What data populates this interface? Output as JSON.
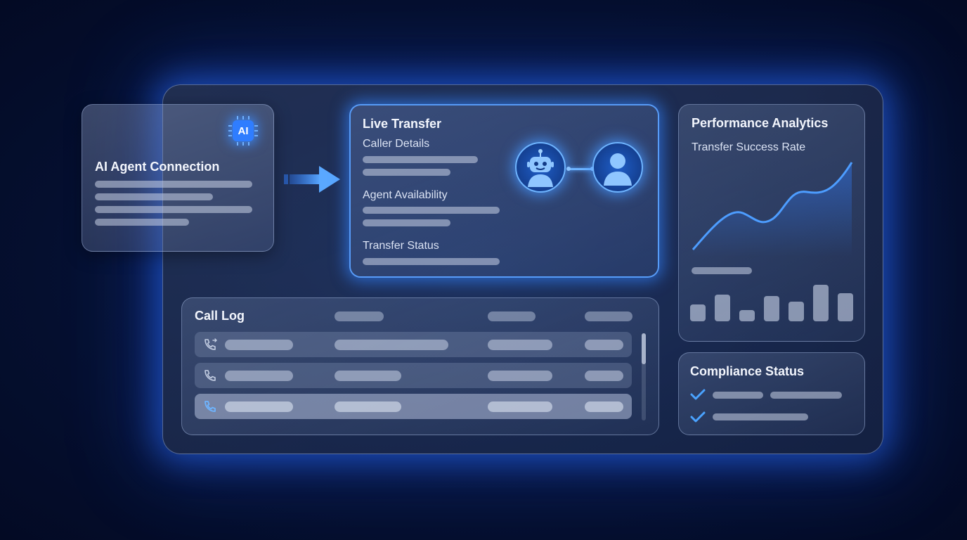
{
  "ai_connection": {
    "title": "AI Agent Connection",
    "chip_label": "AI"
  },
  "live_transfer": {
    "title": "Live Transfer",
    "caller_details": "Caller Details",
    "agent_availability": "Agent Availability",
    "transfer_status": "Transfer Status",
    "icons": [
      "robot-icon",
      "user-icon"
    ]
  },
  "performance": {
    "title": "Performance Analytics",
    "subtitle": "Transfer Success Rate",
    "accent_color": "#3d8bff"
  },
  "compliance": {
    "title": "Compliance Status",
    "check_color": "#4aa3ff"
  },
  "call_log": {
    "title": "Call Log",
    "rows": [
      {
        "icon": "phone-transfer-icon",
        "selected": false
      },
      {
        "icon": "phone-icon",
        "selected": false
      },
      {
        "icon": "phone-icon",
        "selected": true
      }
    ]
  },
  "colors": {
    "background": "#061235",
    "glow": "#2f7dff",
    "accent": "#6eb4ff"
  }
}
